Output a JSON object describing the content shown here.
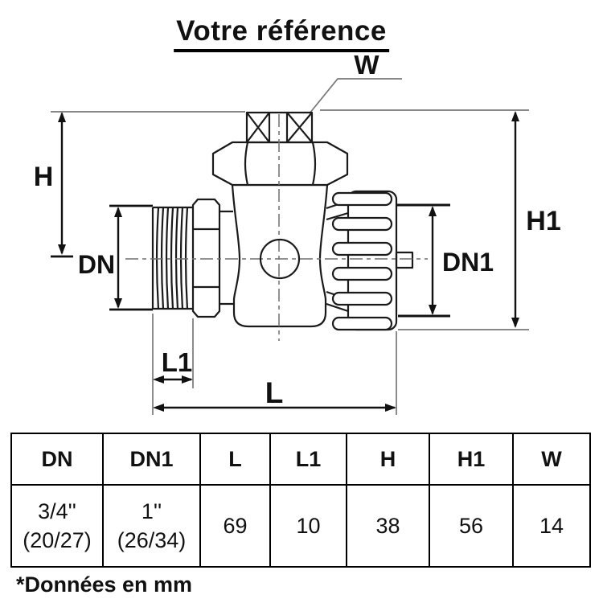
{
  "title": "Votre référence",
  "drawing": {
    "labels": {
      "w": "W",
      "h": "H",
      "dn": "DN",
      "dn1": "DN1",
      "h1": "H1",
      "l1": "L1",
      "l": "L"
    }
  },
  "table": {
    "headers": [
      "DN",
      "DN1",
      "L",
      "L1",
      "H",
      "H1",
      "W"
    ],
    "row": {
      "dn": [
        "3/4''",
        "(20/27)"
      ],
      "dn1": [
        "1''",
        "(26/34)"
      ],
      "l": "69",
      "l1": "10",
      "h": "38",
      "h1": "56",
      "w": "14"
    }
  },
  "footnote": "*Données en mm",
  "colors": {
    "background": "#ffffff",
    "outline": "#1a1a1a",
    "thin_line": "#777777",
    "dimension": "#111111",
    "text": "#111111"
  }
}
